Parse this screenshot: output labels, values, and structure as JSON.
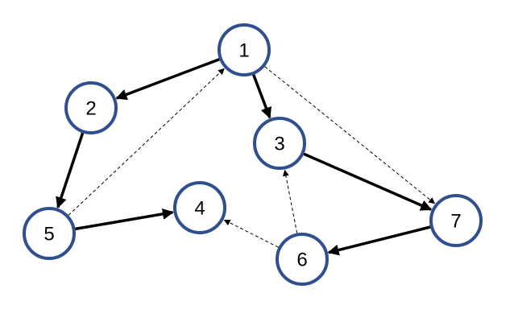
{
  "diagram": {
    "type": "directed-graph",
    "colors": {
      "node_stroke": "#2F4F8F",
      "node_fill": "#FFFFFF",
      "edge": "#000000"
    },
    "nodes": [
      {
        "id": "1",
        "label": "1"
      },
      {
        "id": "2",
        "label": "2"
      },
      {
        "id": "3",
        "label": "3"
      },
      {
        "id": "4",
        "label": "4"
      },
      {
        "id": "5",
        "label": "5"
      },
      {
        "id": "6",
        "label": "6"
      },
      {
        "id": "7",
        "label": "7"
      }
    ],
    "edges": [
      {
        "from": "1",
        "to": "2",
        "style": "solid"
      },
      {
        "from": "1",
        "to": "3",
        "style": "solid"
      },
      {
        "from": "2",
        "to": "5",
        "style": "solid"
      },
      {
        "from": "3",
        "to": "7",
        "style": "solid"
      },
      {
        "from": "5",
        "to": "4",
        "style": "solid"
      },
      {
        "from": "7",
        "to": "6",
        "style": "solid"
      },
      {
        "from": "5",
        "to": "1",
        "style": "dashed"
      },
      {
        "from": "1",
        "to": "7",
        "style": "dashed"
      },
      {
        "from": "6",
        "to": "3",
        "style": "dashed"
      },
      {
        "from": "6",
        "to": "4",
        "style": "dashed"
      }
    ]
  }
}
